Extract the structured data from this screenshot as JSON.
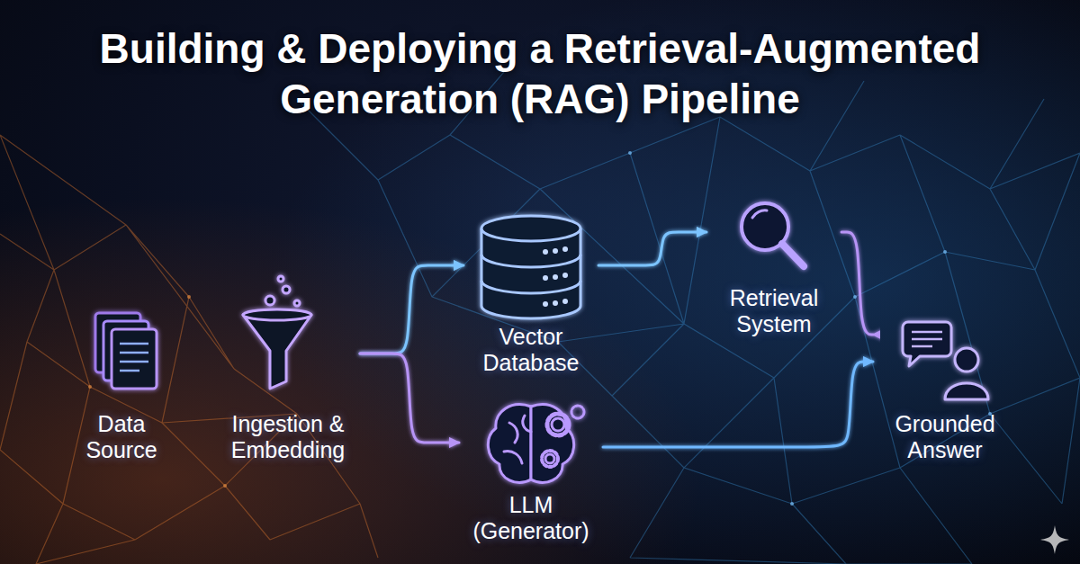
{
  "diagram": {
    "title": "Building & Deploying a Retrieval-Augmented Generation (RAG) Pipeline",
    "nodes": [
      {
        "text": [
          "Data Source"
        ]
      },
      {
        "text": [
          "Ingestion & Embedding"
        ]
      },
      {
        "text": [
          "Vector Database"
        ]
      },
      {
        "text": [
          "LLM (Generator)"
        ]
      },
      {
        "text": [
          "Retrieval System"
        ]
      },
      {
        "text": [
          "Grounded Answer"
        ]
      }
    ],
    "edges": [
      {
        "from": 0,
        "to": 1,
        "arrow": "to"
      },
      {
        "from": 1,
        "to": 2,
        "arrow": "to"
      },
      {
        "from": 1,
        "to": 3,
        "arrow": "to"
      },
      {
        "from": 2,
        "to": 4,
        "arrow": "to"
      },
      {
        "from": 4,
        "to": 5,
        "arrow": "to"
      },
      {
        "from": 3,
        "to": 5,
        "arrow": "to"
      }
    ]
  }
}
